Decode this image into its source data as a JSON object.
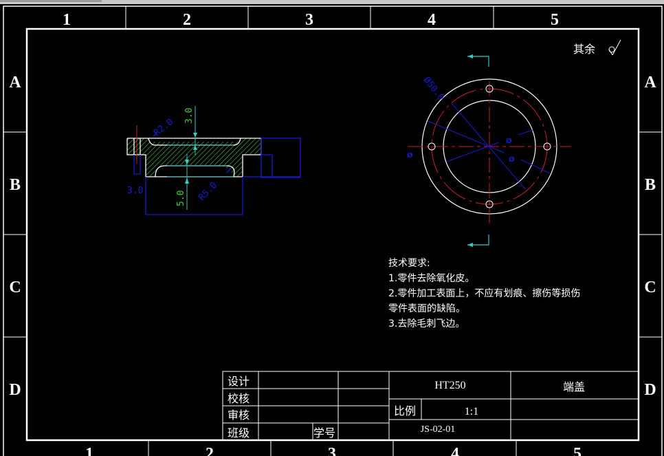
{
  "window": {
    "type": "CAD drawing viewport"
  },
  "frame": {
    "column_zones_top": [
      "1",
      "2",
      "3",
      "4",
      "5"
    ],
    "column_zones_bottom": [
      "1",
      "2",
      "3",
      "4",
      "5"
    ],
    "row_zones_left": [
      "A",
      "B",
      "C",
      "D"
    ],
    "row_zones_right": [
      "A",
      "B",
      "C",
      "D"
    ]
  },
  "surface_finish": {
    "label": "其余",
    "symbol": "roughness-check-icon"
  },
  "section_view": {
    "dimensions": {
      "r_small": "R2.0",
      "top_thickness": "3.0",
      "left_width": "3.0",
      "bottom_depth": "5.0",
      "r_large": "R5.0"
    },
    "colors": {
      "outline": "#ffffff",
      "hatch": "#4caf3f",
      "dimension": "#1a1acc",
      "dim_text_green": "#39d13a",
      "centerline": "#cc2222",
      "leader": "#33cccc"
    }
  },
  "top_view": {
    "dimensions": {
      "outer_diameter": "Ø50.0",
      "hole_label_1": "Ø",
      "hole_label_2": "Ø",
      "hole_label_3": "Ø"
    }
  },
  "technical_requirements": {
    "title": "技术要求:",
    "items": [
      "1.零件去除氧化皮。",
      "2.零件加工表面上，不应有划痕、擦伤等损伤",
      "零件表面的缺陷。",
      "3.去除毛刺飞边。"
    ]
  },
  "title_block": {
    "design_label": "设计",
    "check_label": "校核",
    "review_label": "审核",
    "class_label": "班级",
    "student_id_label": "学号",
    "material": "HT250",
    "part_name": "端盖",
    "scale_label": "比例",
    "scale_value": "1:1",
    "drawing_number": "JS-02-01"
  }
}
